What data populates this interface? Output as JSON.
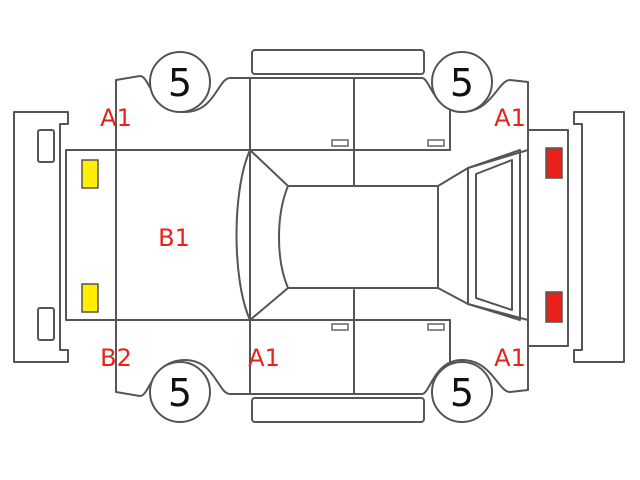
{
  "wheels": [
    {
      "id": "front-left",
      "label": "5"
    },
    {
      "id": "rear-left",
      "label": "5"
    },
    {
      "id": "front-right",
      "label": "5"
    },
    {
      "id": "rear-right",
      "label": "5"
    }
  ],
  "damage_codes": [
    {
      "id": "front-left-fender",
      "label": "A1"
    },
    {
      "id": "rear-left-fender",
      "label": "A1"
    },
    {
      "id": "hood",
      "label": "B1"
    },
    {
      "id": "front-right-bumper-corner",
      "label": "B2"
    },
    {
      "id": "front-right-door-sill",
      "label": "A1"
    },
    {
      "id": "rear-right-fender",
      "label": "A1"
    }
  ],
  "colors": {
    "outline": "#555555",
    "damage_text": "#e8221a",
    "headlight": "#ffee00",
    "taillight": "#e8221a"
  },
  "icons": {
    "headlight": "headlight-icon",
    "taillight": "taillight-icon"
  }
}
